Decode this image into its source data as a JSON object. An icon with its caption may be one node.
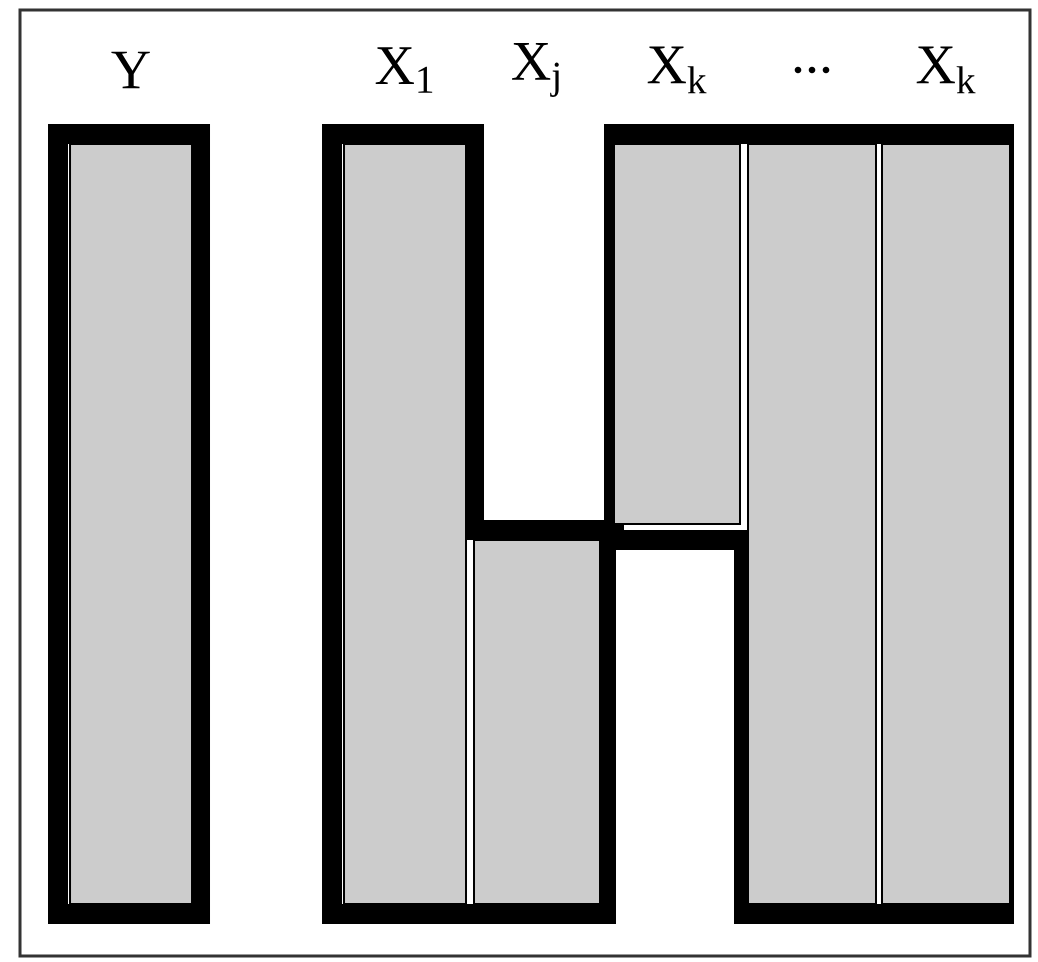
{
  "diagram": {
    "labels": [
      "Y",
      "X$_{1}$",
      "X$_{j}$",
      "X$_{k}$",
      "...",
      "X$_{k}$"
    ]
  }
}
